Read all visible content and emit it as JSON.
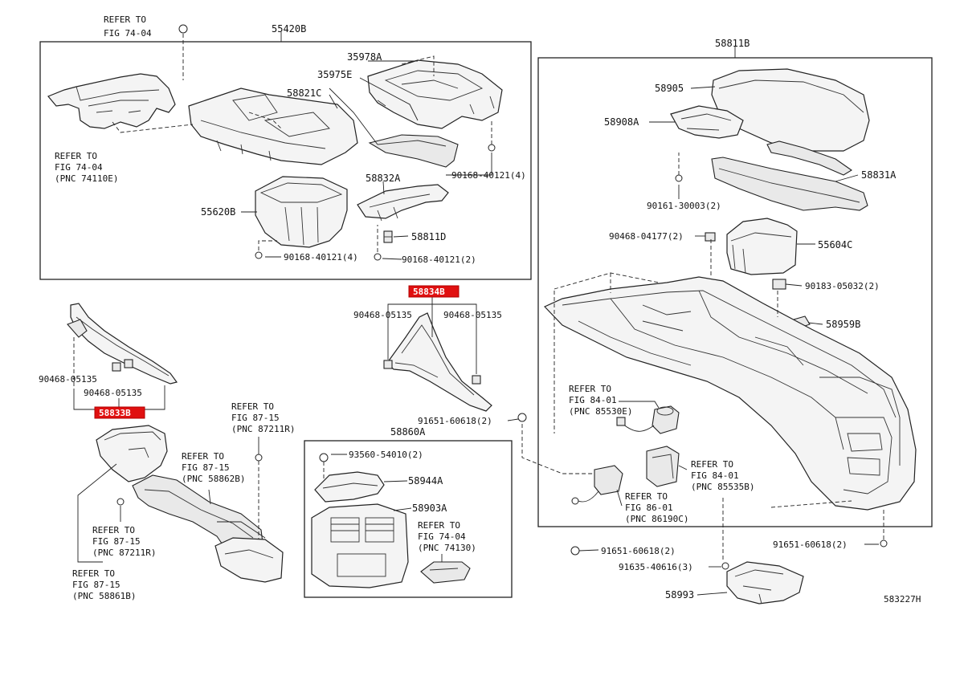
{
  "callouts": {
    "c55420B": "55420B",
    "c58811B": "58811B",
    "c35978A": "35978A",
    "c35975E": "35975E",
    "c58821C": "58821C",
    "c58905": "58905",
    "c58908A": "58908A",
    "c58831A": "58831A",
    "c90161": "90161-30003(2)",
    "c90168a": "90168-40121(4)",
    "c90168b": "90168-40121(4)",
    "c90168c": "90168-40121(2)",
    "c58832A": "58832A",
    "c55620B": "55620B",
    "c58811D": "58811D",
    "c90468_04177": "90468-04177(2)",
    "c55604C": "55604C",
    "c90183": "90183-05032(2)",
    "c58959B": "58959B",
    "c90468L1": "90468-05135",
    "c90468L2": "90468-05135",
    "c90468M1": "90468-05135",
    "c90468M2": "90468-05135",
    "c91651a": "91651-60618(2)",
    "c91651b": "91651-60618(2)",
    "c91651c": "91651-60618(2)",
    "c58860A": "58860A",
    "c93560": "93560-54010(2)",
    "c58944A": "58944A",
    "c58903A": "58903A",
    "c91635": "91635-40616(3)",
    "c58993": "58993",
    "diagram_id": "583227H"
  },
  "highlighted": {
    "h_middle": "58834B",
    "h_left": "58833B"
  },
  "refs": {
    "r1_a": "REFER TO",
    "r1_b": "FIG 74-04",
    "r2_a": "REFER TO",
    "r2_b": "FIG 74-04",
    "r2_c": "(PNC 74110E)",
    "r3_a": "REFER TO",
    "r3_b": "FIG 87-15",
    "r3_c": "(PNC 87211R)",
    "r4_a": "REFER TO",
    "r4_b": "FIG 87-15",
    "r4_c": "(PNC 58862B)",
    "r5_a": "REFER TO",
    "r5_b": "FIG 87-15",
    "r5_c": "(PNC 87211R)",
    "r6_a": "REFER TO",
    "r6_b": "FIG 87-15",
    "r6_c": "(PNC 58861B)",
    "r7_a": "REFER TO",
    "r7_b": "FIG 74-04",
    "r7_c": "(PNC 74130)",
    "r8_a": "REFER TO",
    "r8_b": "FIG 84-01",
    "r8_c": "(PNC 85530E)",
    "r9_a": "REFER TO",
    "r9_b": "FIG 84-01",
    "r9_c": "(PNC 85535B)",
    "r10_a": "REFER TO",
    "r10_b": "FIG 86-01",
    "r10_c": "(PNC 86190C)"
  }
}
